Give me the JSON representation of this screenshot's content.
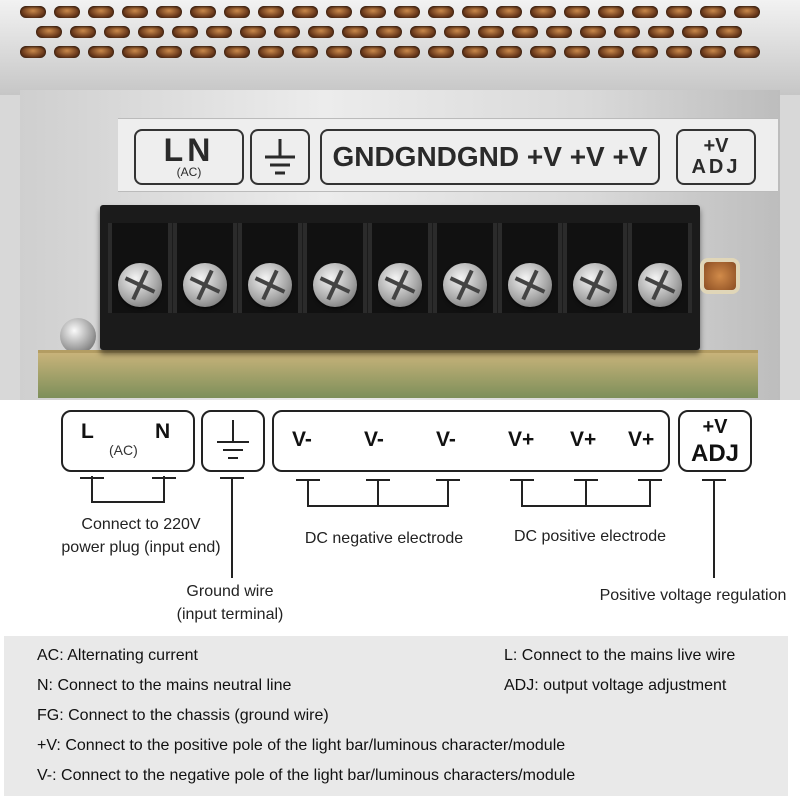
{
  "photo": {
    "plate_ln_main": "LN",
    "plate_ln_sub": "(AC)",
    "plate_outputs": "GNDGNDGND +V +V +V",
    "plate_adj_top": "+V",
    "plate_adj_bottom": "ADJ",
    "ground_icon": "ground-icon",
    "terminal_count": 9
  },
  "diagram": {
    "ln_box": {
      "l": "L",
      "n": "N",
      "ac": "(AC)"
    },
    "ground_icon": "ground-icon",
    "outputs": [
      "V-",
      "V-",
      "V-",
      "V+",
      "V+",
      "V+"
    ],
    "adj_box": {
      "top": "+V",
      "bottom": "ADJ"
    },
    "labels": {
      "ln_line1": "Connect to 220V",
      "ln_line2": "power plug (input end)",
      "ground_line1": "Ground wire",
      "ground_line2": "(input terminal)",
      "negative": "DC negative electrode",
      "positive": "DC positive electrode",
      "adj": "Positive voltage regulation"
    }
  },
  "legend": {
    "ac": "AC: Alternating current",
    "l": "L: Connect to the mains live wire",
    "n": "N: Connect to the mains neutral line",
    "adj": "ADJ: output voltage adjustment",
    "fg": "FG: Connect to the chassis (ground wire)",
    "plus_v": "+V: Connect to the positive pole of the light bar/luminous character/module",
    "minus_v": "V-: Connect to the negative pole of the light bar/luminous characters/module"
  },
  "colors": {
    "line": "#222222",
    "legend_bg": "#e9e9e9"
  }
}
